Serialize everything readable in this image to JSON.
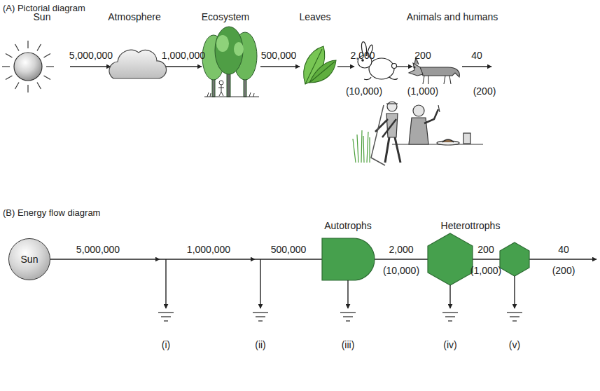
{
  "diagram": {
    "nodes": [
      {
        "text": [
          "Sun"
        ]
      }
    ],
    "labels": [
      "(A) Pictorial diagram",
      "Sun",
      "Atmosphere",
      "Ecosystem",
      "Leaves",
      "Animals and humans",
      "5,000,000",
      "1,000,000",
      "500,000",
      "2,000",
      "200",
      "40",
      "(10,000)",
      "(1,000)",
      "(200)",
      "(B) Energy flow diagram",
      "5,000,000",
      "1,000,000",
      "500,000",
      "Autotrophs",
      "2,000",
      "Heterottrophs",
      "200",
      "40",
      "(10,000)",
      "(1,000)",
      "(200)",
      "(i)",
      "(ii)",
      "(iii)",
      "(iv)",
      "(v)"
    ]
  }
}
